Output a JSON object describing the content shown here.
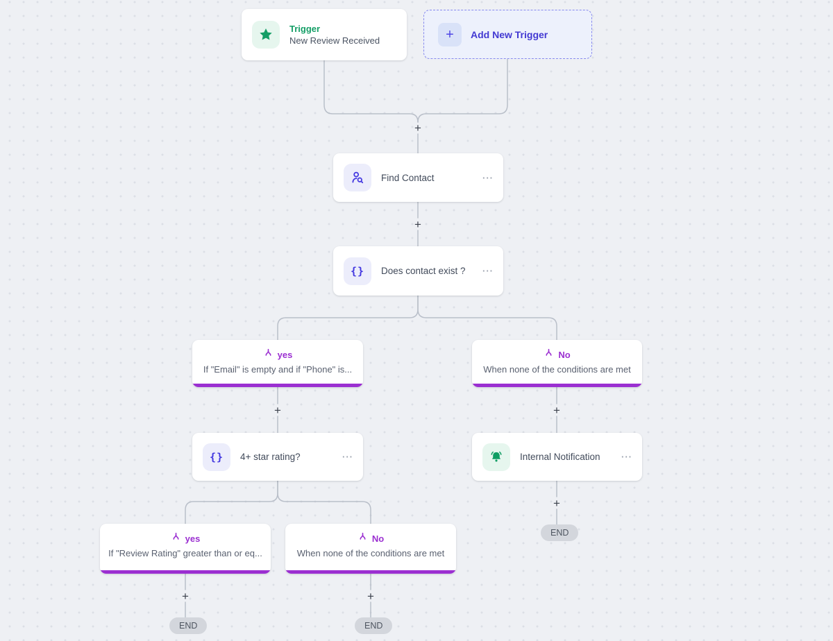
{
  "ui": {
    "plus": "+",
    "end": "END",
    "menu": "···",
    "braces": "{}"
  },
  "colors": {
    "canvas_bg": "#eef0f4",
    "dot": "#dcdfe6",
    "edge": "#b9bfc9",
    "green": "#149e66",
    "green_tile_bg": "#e6f6ee",
    "indigo": "#4f46e5",
    "indigo_tile_bg": "#ecedfb",
    "purple": "#9b2fd1",
    "card_bg": "#ffffff"
  },
  "trigger": {
    "category": "Trigger",
    "title": "New Review Received"
  },
  "add_trigger": {
    "label": "Add New Trigger"
  },
  "actions": {
    "find_contact": {
      "label": "Find Contact"
    },
    "does_contact_exist": {
      "label": "Does contact exist ?"
    },
    "star_rating": {
      "label": "4+ star rating?"
    },
    "internal_notification": {
      "label": "Internal Notification"
    }
  },
  "branches": {
    "yes_email": {
      "label": "yes",
      "condition": "If \"Email\" is empty and if \"Phone\" is..."
    },
    "no_contact": {
      "label": "No",
      "condition": "When none of the conditions are met"
    },
    "yes_rating": {
      "label": "yes",
      "condition": "If \"Review Rating\" greater than or eq..."
    },
    "no_rating": {
      "label": "No",
      "condition": "When none of the conditions are met"
    }
  }
}
